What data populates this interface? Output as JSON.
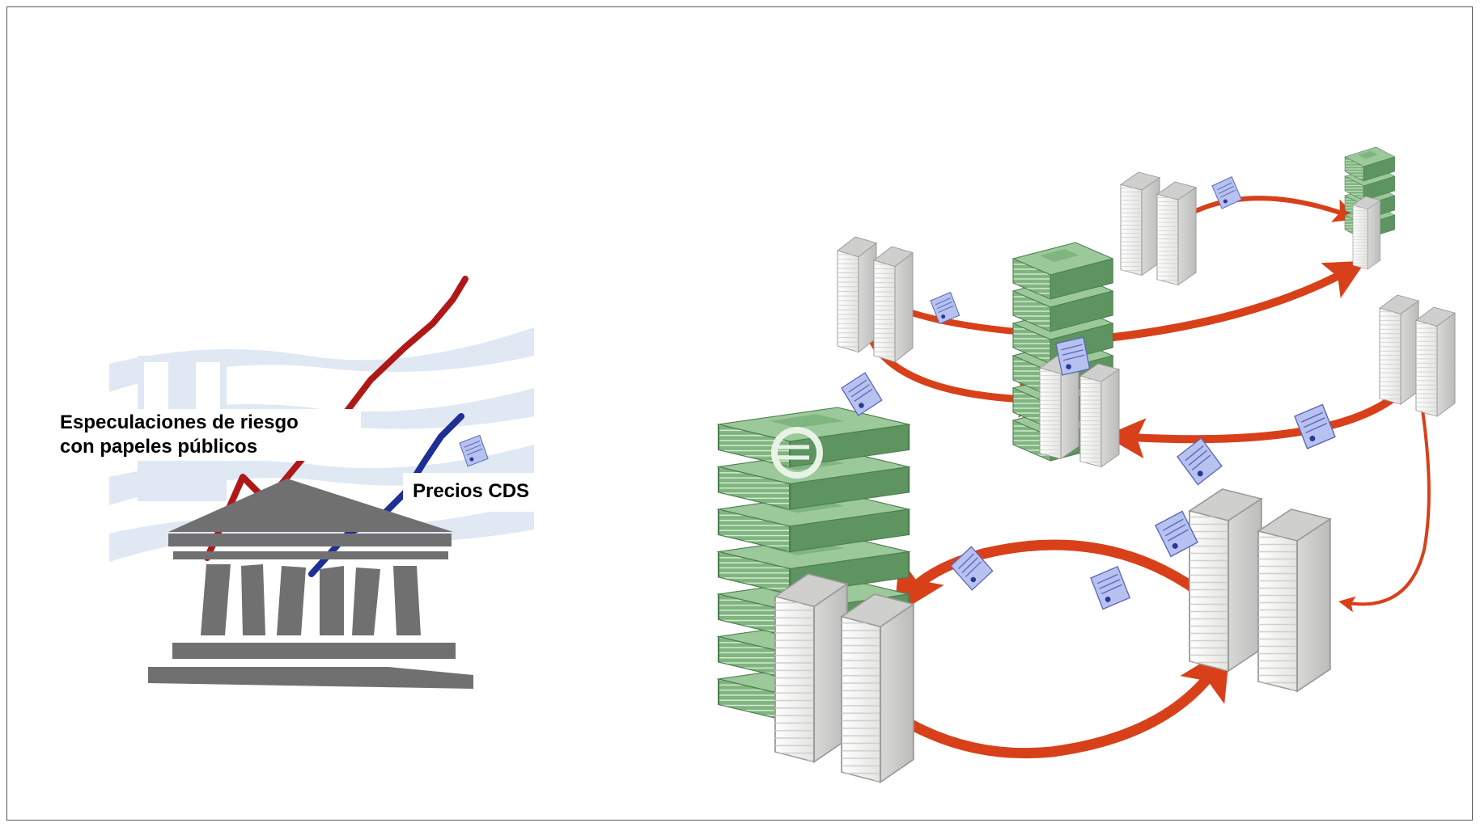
{
  "labels": {
    "risk_line1": "Especulaciones de riesgo",
    "risk_line2": "con papeles públicos",
    "cds": "Precios CDS"
  },
  "colors": {
    "flag_blue": "#d5e1ee",
    "risk_line": "#b01818",
    "cds_line": "#1e2f96",
    "temple": "#6f6f6f",
    "arrow": "#e04a1c",
    "money_green": "#6aa36d",
    "tower": "#f0f0ee",
    "document": "#a9b5e8"
  },
  "icons": [
    "greek-temple-icon",
    "greek-flag-icon",
    "euro-banknote-stack-icon",
    "bank-tower-icon",
    "bond-document-icon",
    "circular-flow-arrow-icon"
  ]
}
